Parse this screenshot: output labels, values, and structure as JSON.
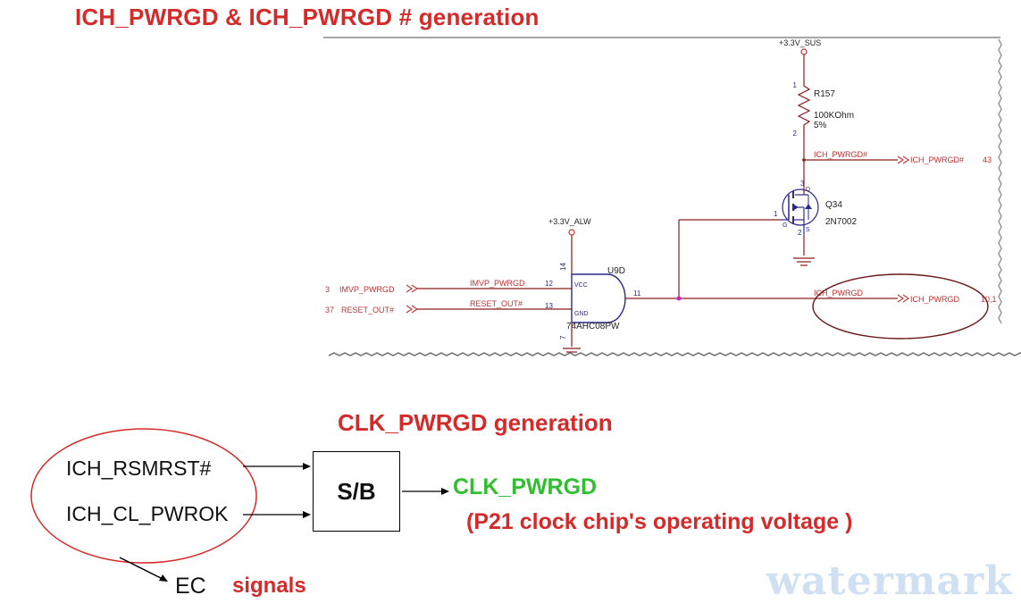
{
  "titles": {
    "main": "ICH_PWRGD & ICH_PWRGD # generation",
    "clk": "CLK_PWRGD generation"
  },
  "schematic": {
    "sus_rail": "+3.3V_SUS",
    "alw_rail": "+3.3V_ALW",
    "r157": {
      "ref": "R157",
      "value": "100KOhm",
      "tol": "5%",
      "pin1": "1",
      "pin2": "2"
    },
    "q34": {
      "ref": "Q34",
      "part": "2N7002",
      "pin_d": "3",
      "pin_g": "1",
      "pin_s": "2",
      "label_d": "D",
      "label_g": "G",
      "label_s": "S"
    },
    "u9d": {
      "ref": "U9D",
      "part": "74AHC08PW",
      "pin_vcc": "14",
      "pin_gnd": "7",
      "pin_a": "12",
      "pin_b": "13",
      "pin_y": "11",
      "label_vcc": "VCC",
      "label_gnd": "GND"
    },
    "nets": {
      "ich_pwrgd_n": "ICH_PWRGD#",
      "ich_pwrgd_n_ref": "43",
      "ich_pwrgd": "ICH_PWRGD",
      "ich_pwrgd_ref": "10,1",
      "imvp_pwrgd": "IMVP_PWRGD",
      "imvp_ref": "3",
      "reset_out": "RESET_OUT#",
      "reset_ref": "37"
    }
  },
  "block": {
    "inputs": [
      "ICH_RSMRST#",
      "ICH_CL_PWROK"
    ],
    "box_label": "S/B",
    "output": "CLK_PWRGD",
    "note": "(P21 clock chip's operating voltage )",
    "ec": "EC",
    "signals": "signals"
  },
  "watermark": "watermark",
  "colors": {
    "title_red": "#d42a2a",
    "net_red": "#c03030",
    "part_blue": "#2a2a8a",
    "wire": "#8a1c1c",
    "green": "#2fbf2f"
  }
}
